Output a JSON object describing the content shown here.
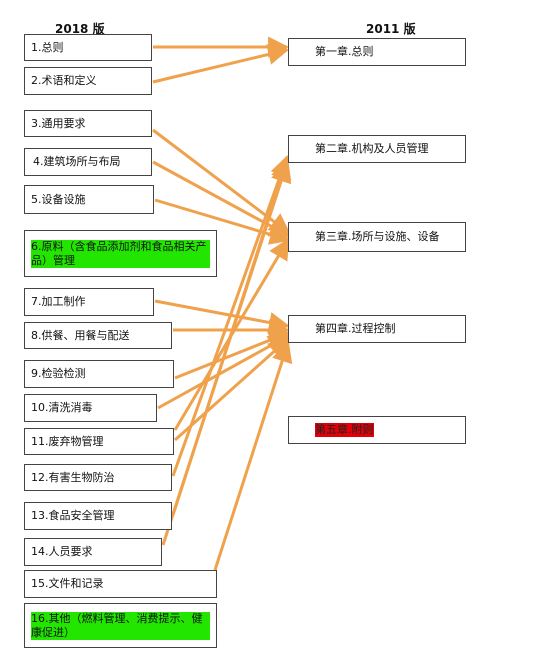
{
  "headers": {
    "left": "2018 版",
    "right": "2011 版"
  },
  "left_items": [
    "1.总则",
    "2.术语和定义",
    "3.通用要求",
    "4.建筑场所与布局",
    "5.设备设施",
    "6.原料（含食品添加剂和食品相关产品）管理",
    "7.加工制作",
    "8.供餐、用餐与配送",
    "9.检验检测",
    "10.清洗消毒",
    "11.废弃物管理",
    "12.有害生物防治",
    "13.食品安全管理",
    "14.人员要求",
    "15.文件和记录",
    "16.其他（燃料管理、消费提示、健康促进）"
  ],
  "right_items": [
    "第一章.总则",
    "第二章.机构及人员管理",
    "第三章.场所与设施、设备",
    "第四章.过程控制",
    "第五章.附则"
  ],
  "colors": {
    "arrow": "#f0a14c",
    "highlight_green": "#22e600",
    "highlight_red": "#e0000a"
  }
}
